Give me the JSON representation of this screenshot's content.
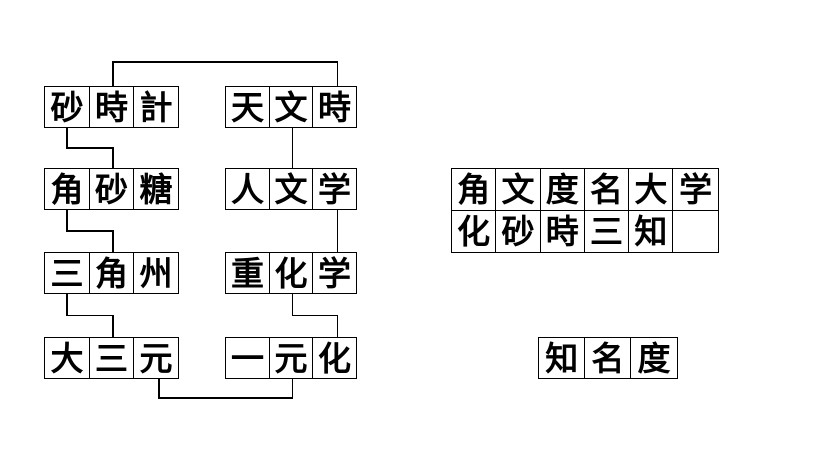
{
  "canvas": {
    "background_color": "#ffffff",
    "line_color": "#000000",
    "text_color": "#000000"
  },
  "puzzle": {
    "words": [
      {
        "name": "word-sunadokei",
        "chars": [
          "砂",
          "時",
          "計"
        ],
        "column": "left",
        "row": 0
      },
      {
        "name": "word-tenmonji",
        "chars": [
          "天",
          "文",
          "時"
        ],
        "column": "middle",
        "row": 0
      },
      {
        "name": "word-kakuzatou",
        "chars": [
          "角",
          "砂",
          "糖"
        ],
        "column": "left",
        "row": 1
      },
      {
        "name": "word-jinbungaku",
        "chars": [
          "人",
          "文",
          "学"
        ],
        "column": "middle",
        "row": 1
      },
      {
        "name": "word-sankakusu",
        "chars": [
          "三",
          "角",
          "州"
        ],
        "column": "left",
        "row": 2
      },
      {
        "name": "word-juukagaku",
        "chars": [
          "重",
          "化",
          "学"
        ],
        "column": "middle",
        "row": 2
      },
      {
        "name": "word-daisangen",
        "chars": [
          "大",
          "三",
          "元"
        ],
        "column": "left",
        "row": 3
      },
      {
        "name": "word-ichigenka",
        "chars": [
          "一",
          "元",
          "化"
        ],
        "column": "middle",
        "row": 3
      }
    ],
    "connections": [
      {
        "from_word": 0,
        "from_cell": 1,
        "to_word": 1,
        "to_cell": 2,
        "route": "over",
        "shared_char": "時"
      },
      {
        "from_word": 0,
        "from_cell": 0,
        "to_word": 2,
        "to_cell": 1,
        "route": "down",
        "shared_char": "砂"
      },
      {
        "from_word": 1,
        "from_cell": 1,
        "to_word": 3,
        "to_cell": 1,
        "route": "down",
        "shared_char": "文"
      },
      {
        "from_word": 2,
        "from_cell": 0,
        "to_word": 4,
        "to_cell": 1,
        "route": "down",
        "shared_char": "角"
      },
      {
        "from_word": 3,
        "from_cell": 2,
        "to_word": 5,
        "to_cell": 2,
        "route": "down",
        "shared_char": "学"
      },
      {
        "from_word": 4,
        "from_cell": 0,
        "to_word": 6,
        "to_cell": 1,
        "route": "down",
        "shared_char": "三"
      },
      {
        "from_word": 5,
        "from_cell": 1,
        "to_word": 7,
        "to_cell": 2,
        "route": "down",
        "shared_char": "化"
      },
      {
        "from_word": 6,
        "from_cell": 2,
        "to_word": 7,
        "to_cell": 1,
        "route": "under",
        "shared_char": "元"
      }
    ]
  },
  "letter_bank": {
    "rows": [
      [
        "角",
        "文",
        "度",
        "名",
        "大",
        "学"
      ],
      [
        "化",
        "砂",
        "時",
        "三",
        "知",
        ""
      ]
    ]
  },
  "answer": {
    "chars": [
      "知",
      "名",
      "度"
    ]
  }
}
